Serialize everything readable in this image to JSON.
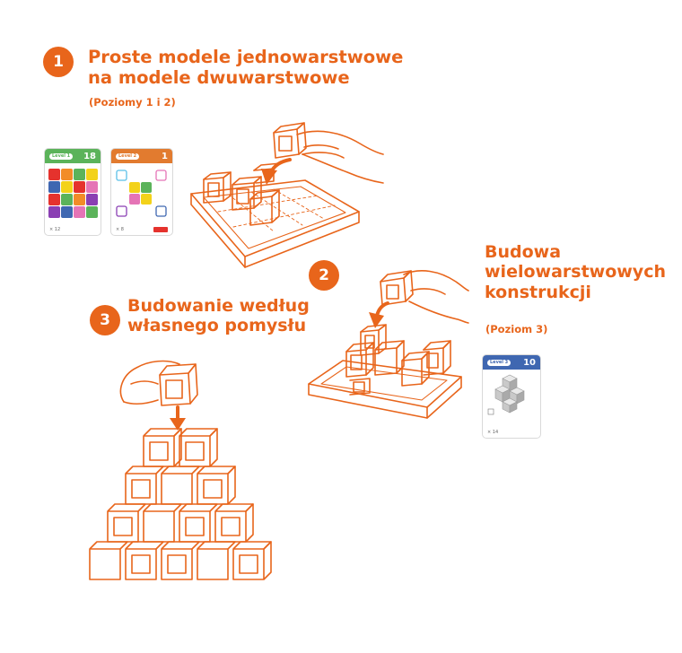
{
  "colors": {
    "accent": "#e8651b",
    "green": "#5bb35a",
    "orange": "#e27b2f",
    "blue": "#3f67b1"
  },
  "step1": {
    "number": "1",
    "title_line1": "Proste modele jednowarstwowe",
    "title_line2": "na modele dwuwarstwowe",
    "subtitle": "(Poziomy 1 i 2)",
    "card_green": {
      "level": "Level 1",
      "number": "18",
      "footer": "× 12"
    },
    "card_orange": {
      "level": "Level 2",
      "number": "1",
      "footer": "× 8"
    }
  },
  "step2": {
    "number": "2",
    "title_line1": "Budowa",
    "title_line2": "wielowarstwowych",
    "title_line3": "konstrukcji",
    "subtitle": "(Poziom 3)",
    "card_blue": {
      "level": "Level 3",
      "number": "10",
      "footer": "× 14"
    }
  },
  "step3": {
    "number": "3",
    "title_line1": "Budowanie według",
    "title_line2": "własnego pomysłu"
  }
}
